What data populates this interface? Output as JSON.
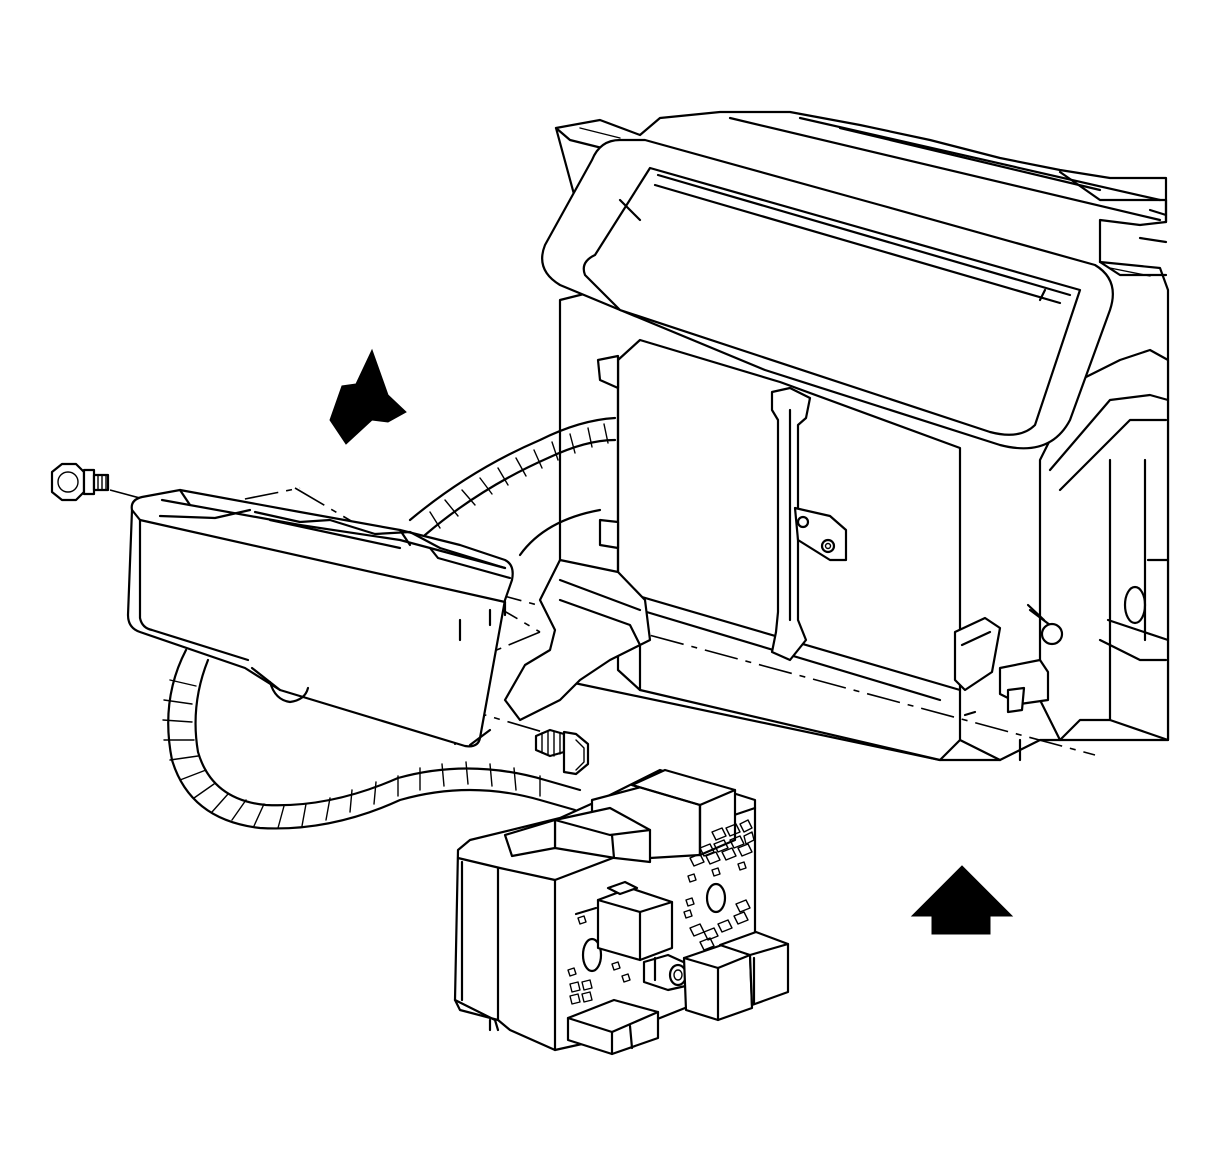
{
  "diagram": {
    "labels": [],
    "colors": {
      "line": "#000000",
      "background": "#ffffff",
      "arrow_fill": "#000000"
    },
    "arrows": [
      {
        "name": "view-direction-arrow",
        "direction": "up-right"
      },
      {
        "name": "vehicle-front-arrow",
        "direction": "up"
      }
    ],
    "components": [
      "hvac-module-housing",
      "hvac-air-outlet",
      "wiring-harness",
      "relay-center-cover",
      "relay-center-block",
      "upper-bolt",
      "lower-bolt"
    ]
  }
}
